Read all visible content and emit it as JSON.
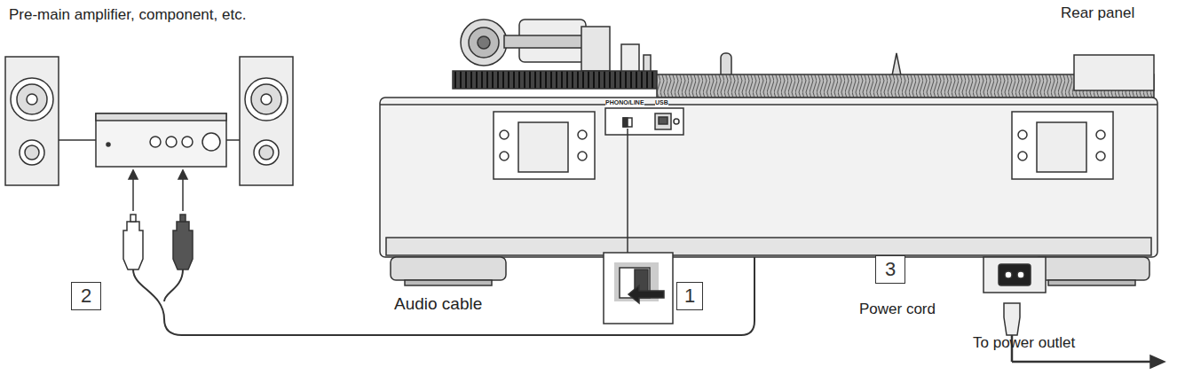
{
  "diagram": {
    "nodes": [
      {
        "text": [
          "2"
        ]
      },
      {
        "text": [
          "1"
        ]
      },
      {
        "text": [
          "3"
        ]
      }
    ],
    "labels": [
      "Pre-main amplifier, component, etc.",
      "Rear panel",
      "PHONO/LINE",
      "USB",
      "Audio cable",
      "Power cord",
      "To power outlet"
    ]
  }
}
